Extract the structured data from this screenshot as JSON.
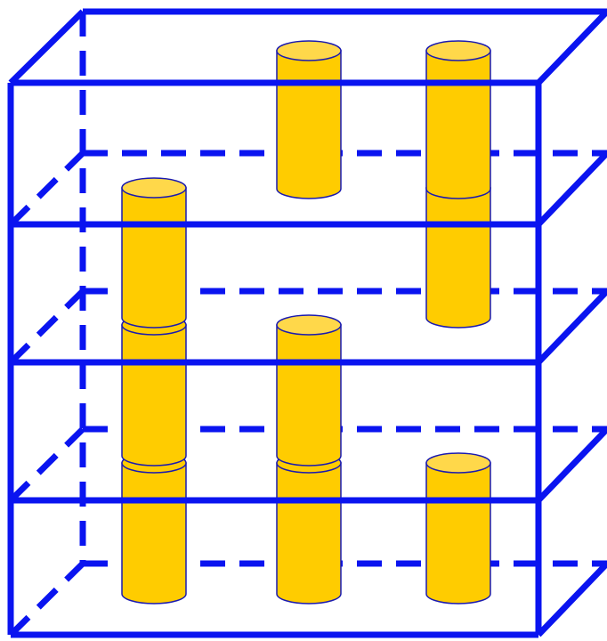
{
  "diagram": {
    "description_free": true,
    "colors": {
      "frame": "#0A14F0",
      "cylinder_fill": "#FFCC00",
      "cylinder_top": "#FFD84A",
      "cylinder_stroke": "#1A1AB0",
      "background": "#FFFFFF"
    },
    "levels": 4,
    "columns": 3,
    "stacks": [
      {
        "column": 1,
        "from_level": 1,
        "to_level": 3
      },
      {
        "column": 2,
        "from_level": 1,
        "to_level": 2
      },
      {
        "column": 2,
        "from_level": 4,
        "to_level": 4
      },
      {
        "column": 3,
        "from_level": 1,
        "to_level": 1
      },
      {
        "column": 3,
        "from_level": 3,
        "to_level": 4
      }
    ]
  }
}
